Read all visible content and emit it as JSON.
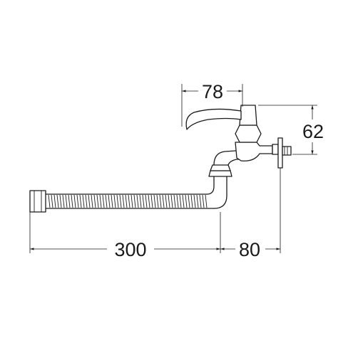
{
  "dimensions": {
    "top_width": "78",
    "right_height": "62",
    "hose_length": "300",
    "offset_length": "80"
  }
}
